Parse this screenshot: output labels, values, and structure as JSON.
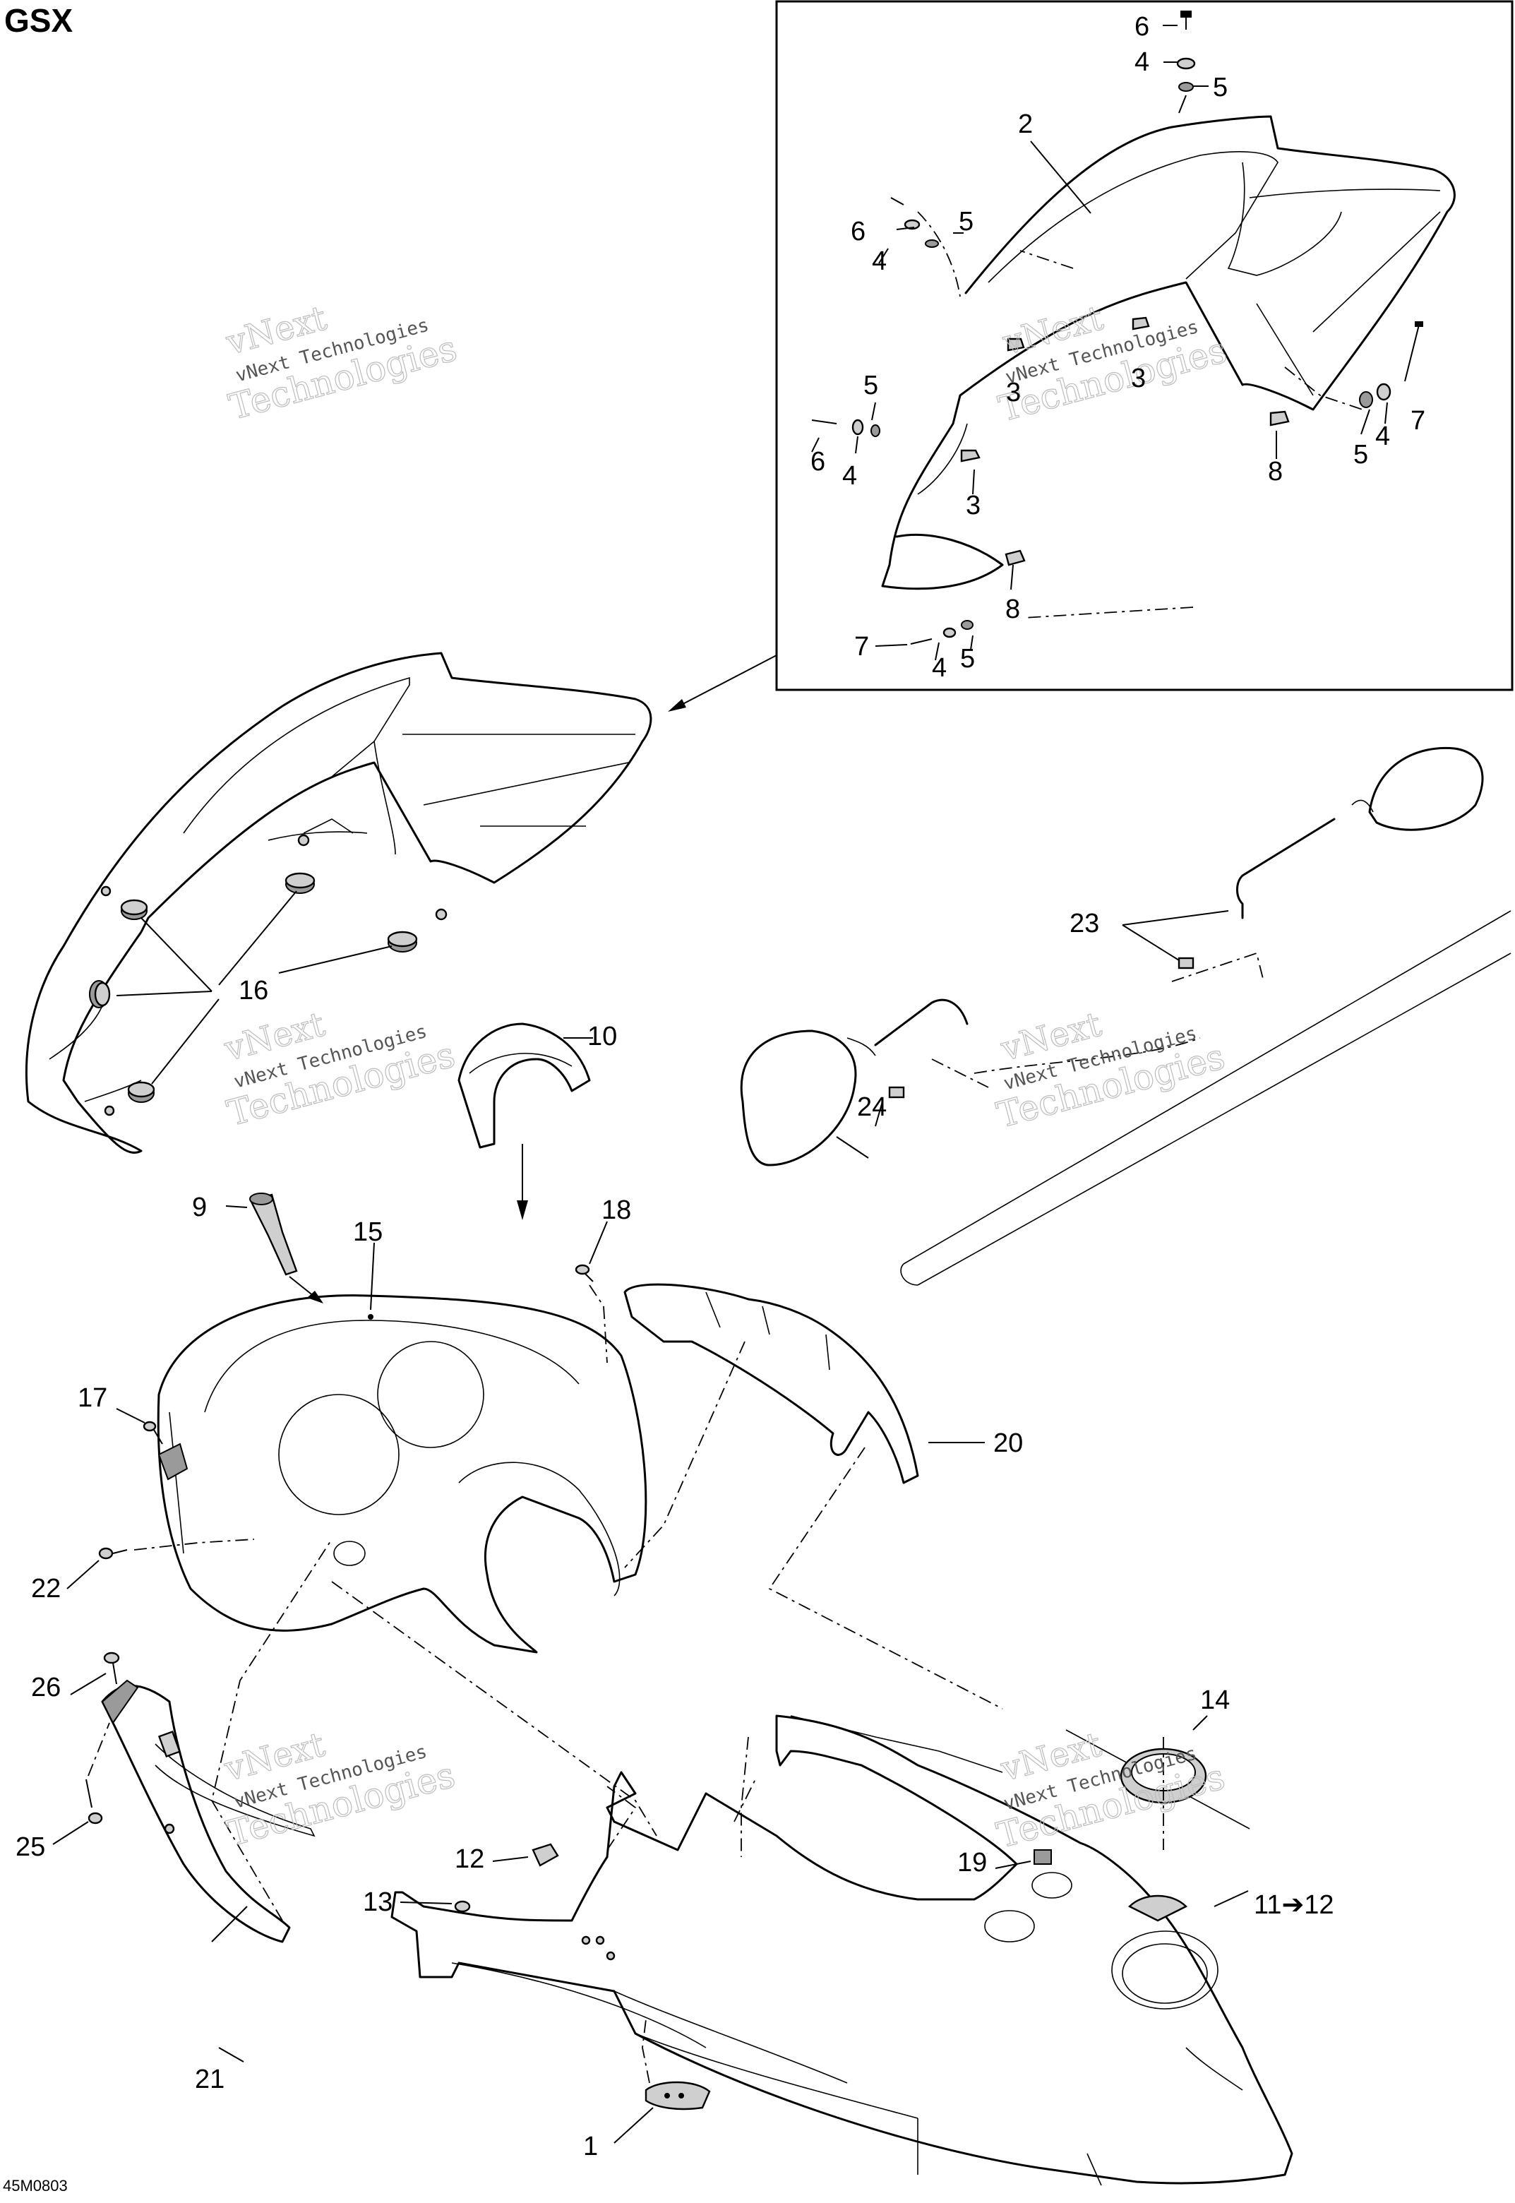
{
  "title": "GSX",
  "drawing_code": "45M0803",
  "watermark": {
    "line1": "vNext",
    "line2": "vNext Technologies",
    "line3": "Technologies"
  },
  "callouts": {
    "c1": "1",
    "c2": "2",
    "c3a": "3",
    "c3b": "3",
    "c3c": "3",
    "c4a": "4",
    "c4b": "4",
    "c4c": "4",
    "c4d": "4",
    "c4e": "4",
    "c5a": "5",
    "c5b": "5",
    "c5c": "5",
    "c5d": "5",
    "c5e": "5",
    "c6a": "6",
    "c6b": "6",
    "c6c": "6",
    "c7a": "7",
    "c7b": "7",
    "c8a": "8",
    "c8b": "8",
    "c9": "9",
    "c10": "10",
    "c11": "11➔12",
    "c12": "12",
    "c13": "13",
    "c14": "14",
    "c15": "15",
    "c16": "16",
    "c17": "17",
    "c18": "18",
    "c19": "19",
    "c20": "20",
    "c21": "21",
    "c22": "22",
    "c23": "23",
    "c24": "24",
    "c25": "25",
    "c26": "26"
  }
}
